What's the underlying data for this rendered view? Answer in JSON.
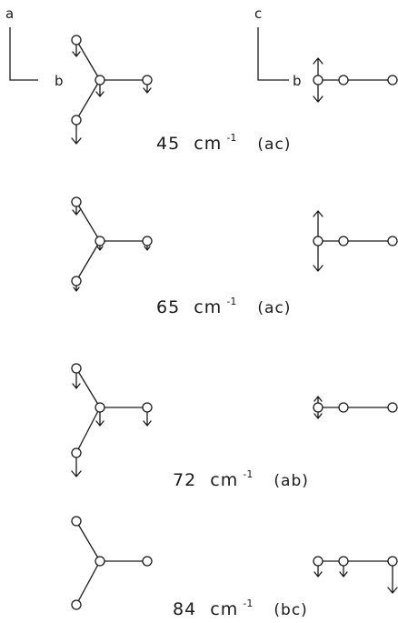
{
  "axes": {
    "left": {
      "vertical": "a",
      "horizontal": "b"
    },
    "right": {
      "vertical": "c",
      "horizontal": "b"
    }
  },
  "modes": [
    {
      "freq": "45",
      "unit": "cm",
      "exponent": "-1",
      "polarization": "(ac)"
    },
    {
      "freq": "65",
      "unit": "cm",
      "exponent": "-1",
      "polarization": "(ac)"
    },
    {
      "freq": "72",
      "unit": "cm",
      "exponent": "-1",
      "polarization": "(ab)"
    },
    {
      "freq": "84",
      "unit": "cm",
      "exponent": "-1",
      "polarization": "(bc)"
    }
  ]
}
